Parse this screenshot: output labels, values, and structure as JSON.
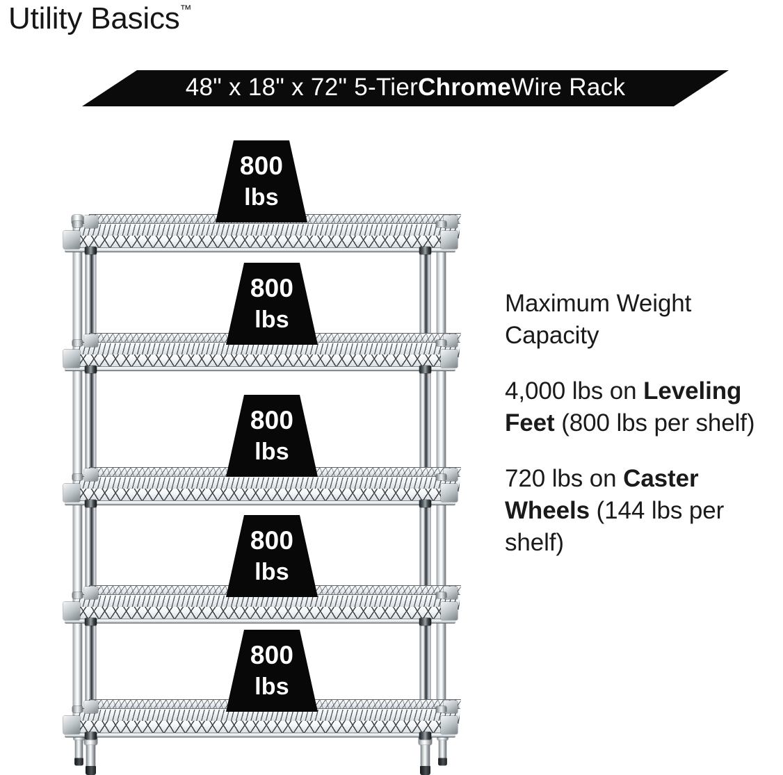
{
  "brand": {
    "name": "Utility Basics",
    "trademark": "™"
  },
  "banner": {
    "text_prefix": "48\" x 18\" x 72\" 5-Tier ",
    "text_bold": "Chrome",
    "text_suffix": " Wire Rack",
    "background_color": "#0b0b0b",
    "text_color": "#ffffff"
  },
  "product": {
    "type": "5-tier chrome wire shelving rack",
    "shelf_count": 5,
    "shelves": [
      {
        "label_value": "800",
        "label_unit": "lbs"
      },
      {
        "label_value": "800",
        "label_unit": "lbs"
      },
      {
        "label_value": "800",
        "label_unit": "lbs"
      },
      {
        "label_value": "800",
        "label_unit": "lbs"
      },
      {
        "label_value": "800",
        "label_unit": "lbs"
      }
    ],
    "callout_background": "#080808",
    "callout_text_color": "#ffffff"
  },
  "specs": {
    "heading_line1": "Maximum Weight",
    "heading_line2": "Capacity",
    "leveling": {
      "total": "4,000 lbs on ",
      "emphasis": "Leveling Feet",
      "detail": " (800 lbs per shelf)"
    },
    "casters": {
      "total": "720 lbs on ",
      "emphasis": "Caster Wheels",
      "detail": " (144 lbs per shelf)"
    }
  }
}
